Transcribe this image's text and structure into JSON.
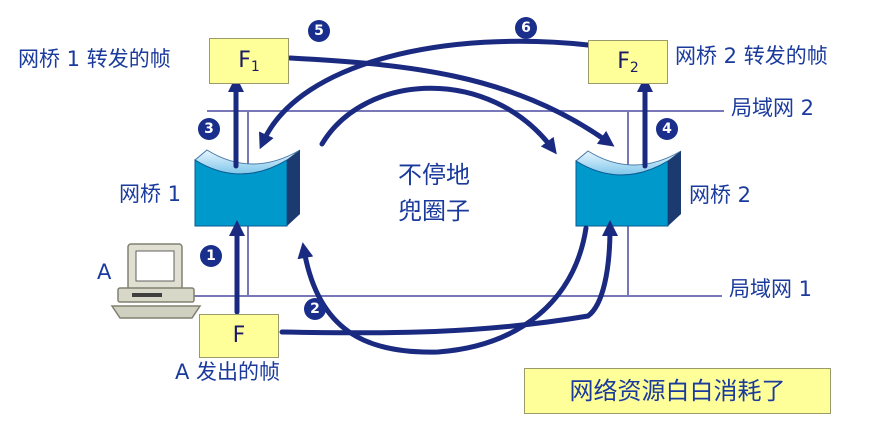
{
  "labels": {
    "bridge1_forward": "网桥 1 转发的帧",
    "bridge2_forward": "网桥 2 转发的帧",
    "lan2": "局域网 2",
    "lan1": "局域网 1",
    "bridge1": "网桥 1",
    "bridge2": "网桥 2",
    "loop_line1": "不停地",
    "loop_line2": "兜圈子",
    "host": "A",
    "host_frame": "A 发出的帧",
    "note": "网络资源白白消耗了"
  },
  "frames": {
    "f": "F",
    "f1": "F",
    "f1_sub": "1",
    "f2": "F",
    "f2_sub": "2"
  },
  "steps": [
    "1",
    "2",
    "3",
    "4",
    "5",
    "6"
  ],
  "colors": {
    "arrow": "#1a2a80",
    "lan_line": "#7878b8",
    "bridge_front": "#0099cc",
    "bridge_side": "#1a3a70",
    "frame_fill": "#ffff99",
    "label_text": "#1a3a9c"
  }
}
